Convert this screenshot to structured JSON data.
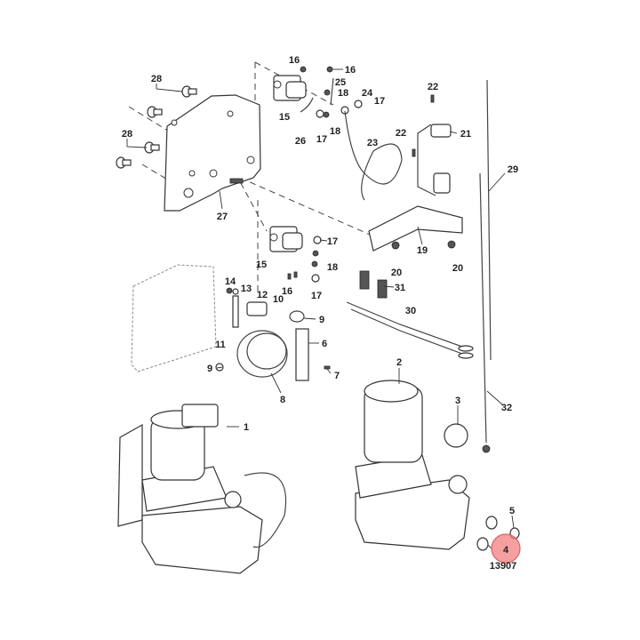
{
  "diagram": {
    "callouts": {
      "c28a": "28",
      "c28b": "28",
      "c27": "27",
      "c16a": "16",
      "c16b": "16",
      "c25": "25",
      "c18a": "18",
      "c15a": "15",
      "c26": "26",
      "c17a": "17",
      "c18b": "18",
      "c24": "24",
      "c17b": "17",
      "c23": "23",
      "c22a": "22",
      "c21": "21",
      "c22b": "22",
      "c19": "19",
      "c20a": "20",
      "c20b": "20",
      "c29": "29",
      "c15b": "15",
      "c17c": "17",
      "c18c": "18",
      "c16c": "16",
      "c17d": "17",
      "c14": "14",
      "c13": "13",
      "c12": "12",
      "c10": "10",
      "c9a": "9",
      "c31": "31",
      "c30": "30",
      "c11": "11",
      "c9b": "9",
      "c8": "8",
      "c6": "6",
      "c7": "7",
      "c2": "2",
      "c3": "3",
      "c1": "1",
      "c32": "32",
      "c5": "5",
      "c4": "4"
    },
    "highlighted_callout": "4",
    "highlight_color": "#f08080",
    "figure_number": "13907"
  }
}
